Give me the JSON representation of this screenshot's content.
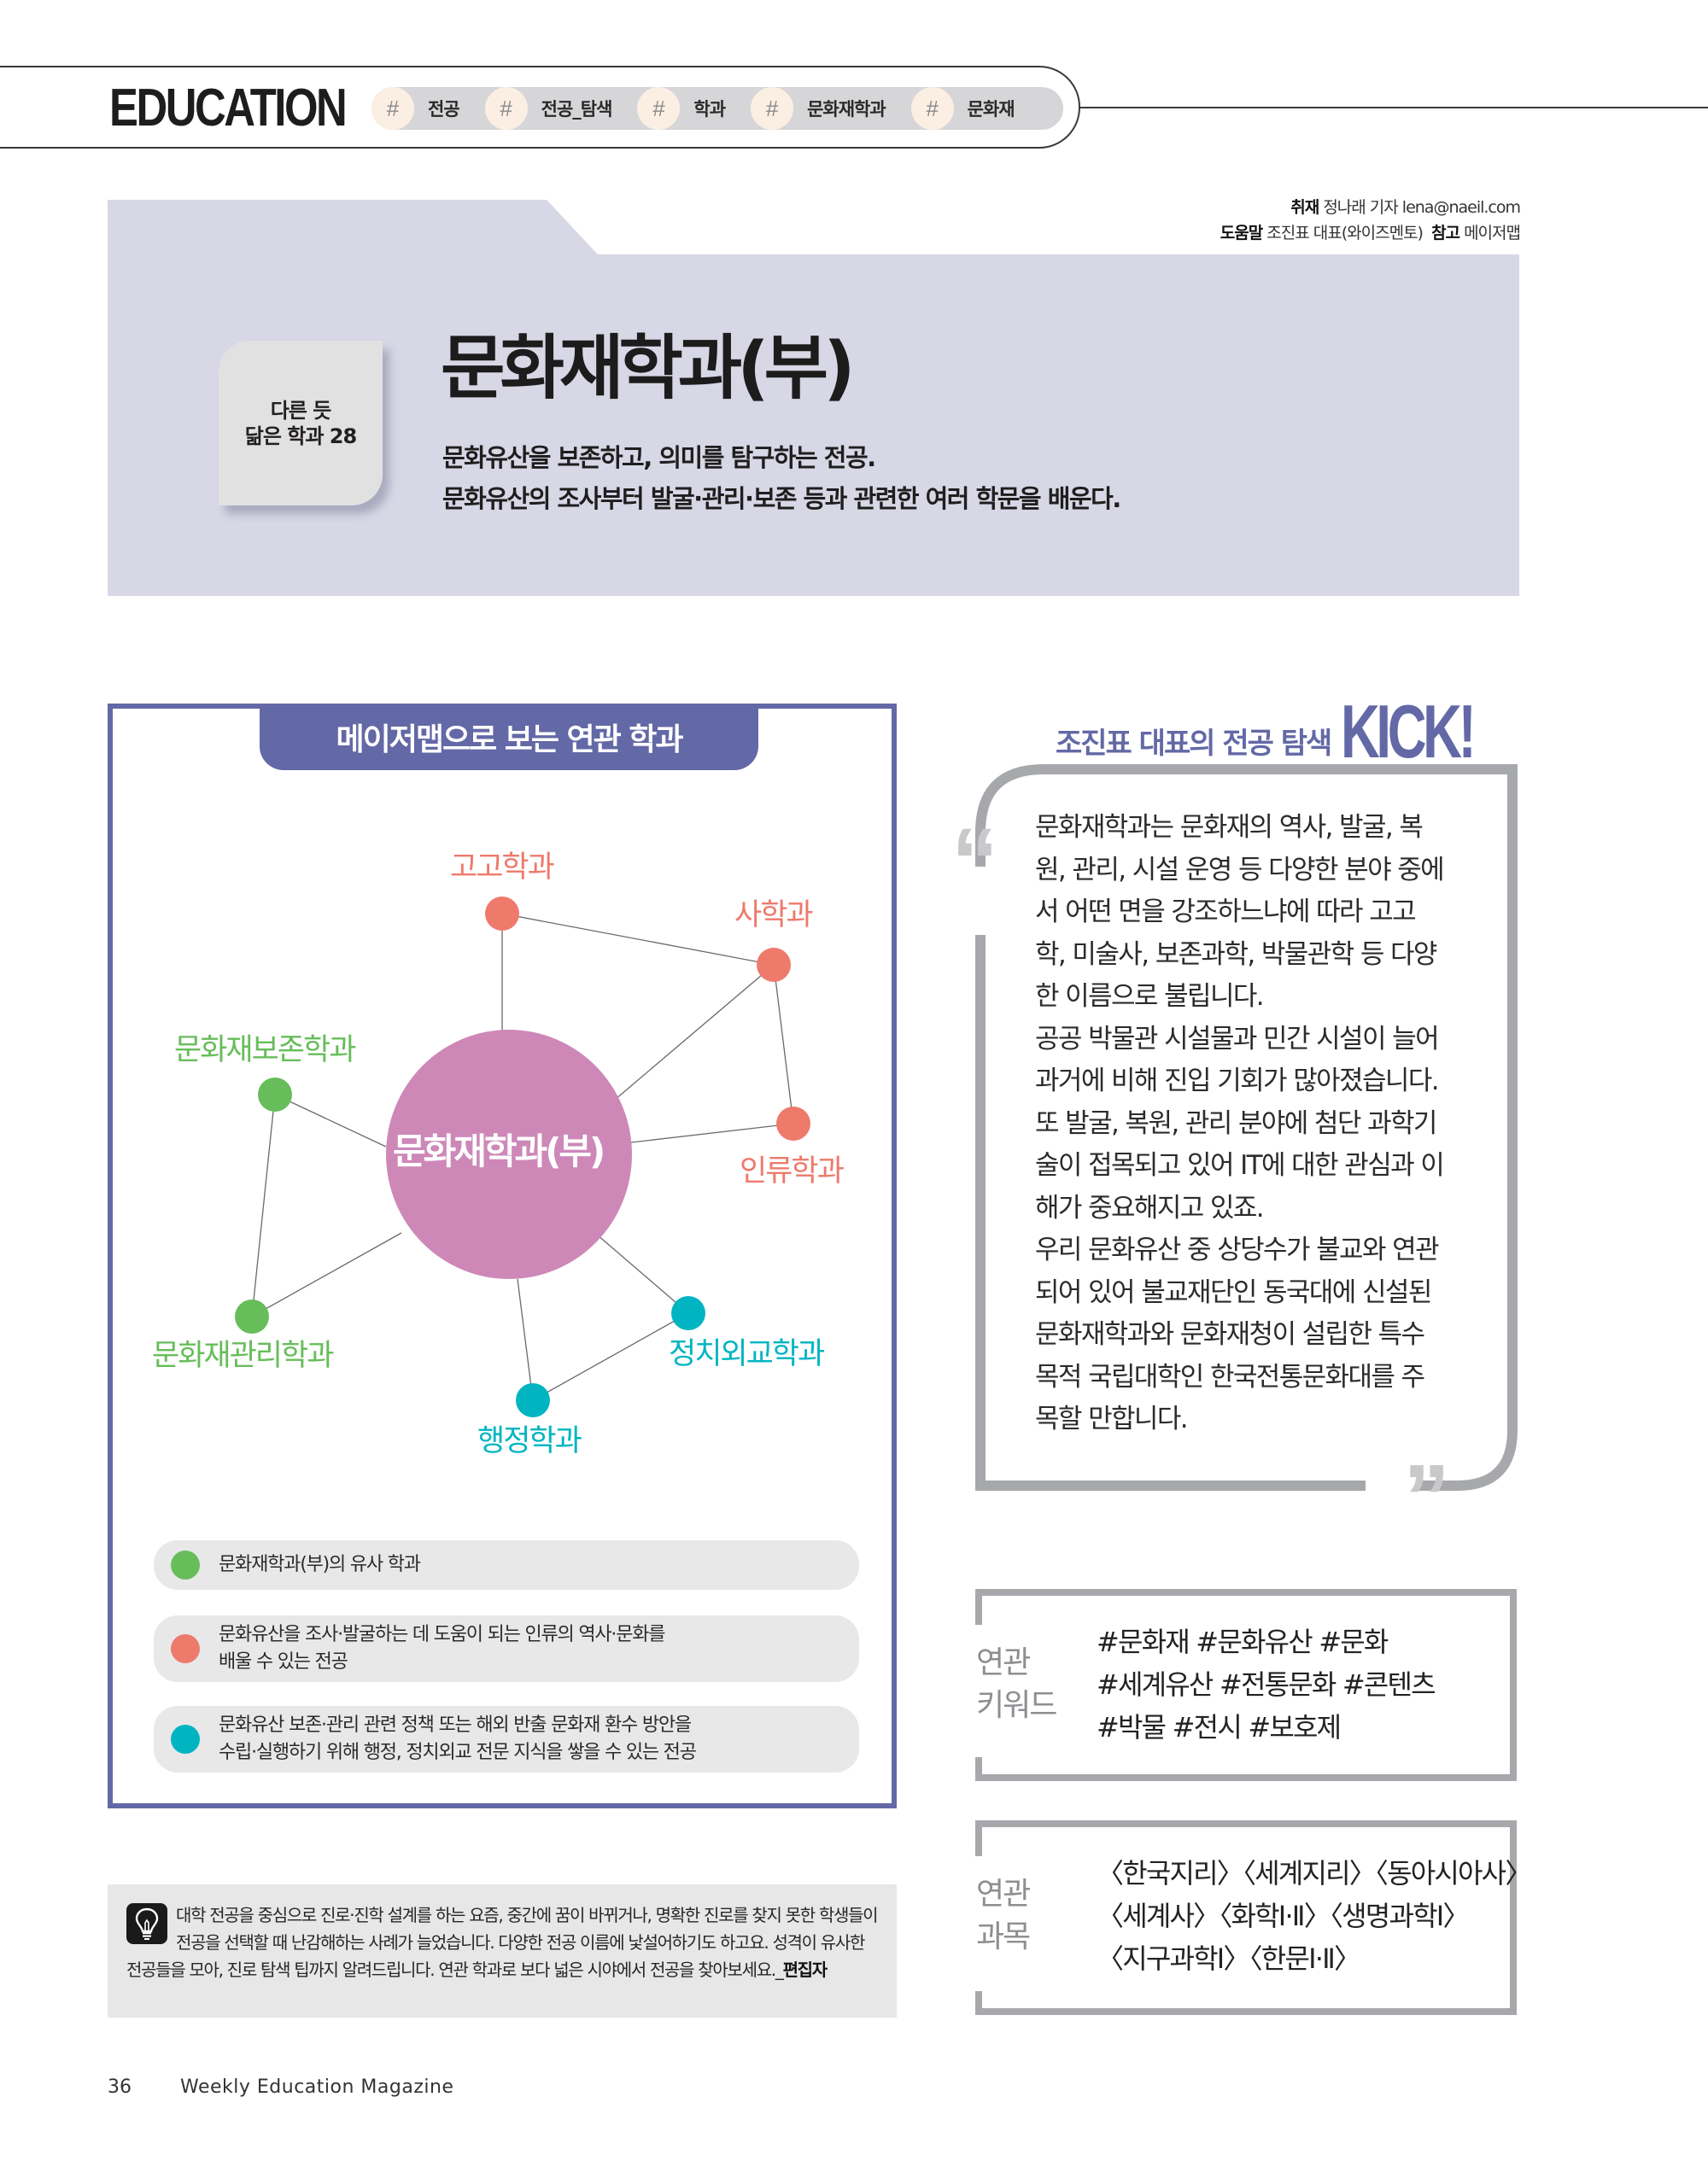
{
  "header": {
    "section": "EDUCATION",
    "tags": [
      "전공",
      "전공_탐색",
      "학과",
      "문화재학과",
      "문화재"
    ]
  },
  "credits": {
    "line1_label": "취재",
    "line1_text": "정나래 기자 lena@naeil.com",
    "line2_label": "도움말",
    "line2_text": "조진표 대표(와이즈멘토)",
    "line2_label2": "참고",
    "line2_text2": "메이저맵"
  },
  "hero": {
    "badge_line1": "다른 듯",
    "badge_line2": "닮은 학과 28",
    "title": "문화재학과(부)",
    "desc_line1": "문화유산을 보존하고, 의미를 탐구하는 전공.",
    "desc_line2": "문화유산의 조사부터 발굴·관리·보존 등과 관련한 여러 학문을 배운다."
  },
  "major_map": {
    "title": "메이저맵으로 보는 연관 학과",
    "center": "문화재학과(부)",
    "colors": {
      "center": "#cd88b8",
      "coral": "#ee7a6c",
      "green": "#67bd5a",
      "teal": "#00b5c1",
      "frame": "#6368a6"
    },
    "nodes": [
      {
        "label": "고고학과",
        "color": "coral"
      },
      {
        "label": "사학과",
        "color": "coral"
      },
      {
        "label": "인류학과",
        "color": "coral"
      },
      {
        "label": "문화재보존학과",
        "color": "green"
      },
      {
        "label": "문화재관리학과",
        "color": "green"
      },
      {
        "label": "행정학과",
        "color": "teal"
      },
      {
        "label": "정치외교학과",
        "color": "teal"
      }
    ],
    "legend": [
      {
        "color": "green",
        "text": "문화재학과(부)의 유사 학과"
      },
      {
        "color": "coral",
        "text_line1": "문화유산을 조사·발굴하는 데 도움이 되는 인류의 역사·문화를",
        "text_line2": "배울 수 있는 전공"
      },
      {
        "color": "teal",
        "text_line1": "문화유산 보존·관리 관련 정책 또는 해외 반출 문화재 환수 방안을",
        "text_line2": "수립·실행하기 위해 행정, 정치외교 전문 지식을 쌓을 수 있는 전공"
      }
    ]
  },
  "editor_note": {
    "icon": "lightbulb-icon",
    "text": "대학 전공을 중심으로 진로·진학 설계를 하는 요즘, 중간에 꿈이 바뀌거나, 명확한 진로를 찾지 못한 학생들이 전공을 선택할 때 난감해하는 사례가 늘었습니다. 다양한 전공 이름에 낯설어하기도 하고요. 성격이 유사한 전공들을 모아, 진로 탐색 팁까지 알려드립니다. 연관 학과로 보다 넓은 시야에서 전공을 찾아보세요._",
    "signature": "편집자"
  },
  "kick": {
    "subtitle": "조진표 대표의 전공 탐색",
    "badge": "KICK!",
    "lines": [
      "문화재학과는 문화재의 역사, 발굴, 복",
      "원, 관리, 시설 운영 등 다양한 분야 중에",
      "서 어떤 면을 강조하느냐에 따라 고고",
      "학, 미술사, 보존과학, 박물관학 등 다양",
      "한 이름으로 불립니다.",
      "공공 박물관 시설물과 민간 시설이 늘어",
      "과거에 비해 진입 기회가 많아졌습니다.",
      "또 발굴, 복원, 관리 분야에 첨단 과학기",
      "술이 접목되고 있어 IT에 대한 관심과 이",
      "해가 중요해지고 있죠.",
      "우리 문화유산 중 상당수가 불교와 연관",
      "되어 있어 불교재단인 동국대에 신설된",
      "문화재학과와 문화재청이 설립한 특수",
      "목적 국립대학인 한국전통문화대를 주",
      "목할 만합니다."
    ]
  },
  "keywords": {
    "label_line1": "연관",
    "label_line2": "키워드",
    "lines": [
      "#문화재 #문화유산 #문화",
      "#세계유산 #전통문화 #콘텐츠",
      "#박물 #전시 #보호제"
    ]
  },
  "subjects": {
    "label_line1": "연관",
    "label_line2": "과목",
    "lines": [
      "〈한국지리〉〈세계지리〉〈동아시아사〉",
      "〈세계사〉〈화학Ⅰ·Ⅱ〉〈생명과학Ⅰ〉",
      "〈지구과학Ⅰ〉〈한문Ⅰ·Ⅱ〉"
    ]
  },
  "footer": {
    "page_number": "36",
    "magazine": "Weekly Education Magazine"
  }
}
